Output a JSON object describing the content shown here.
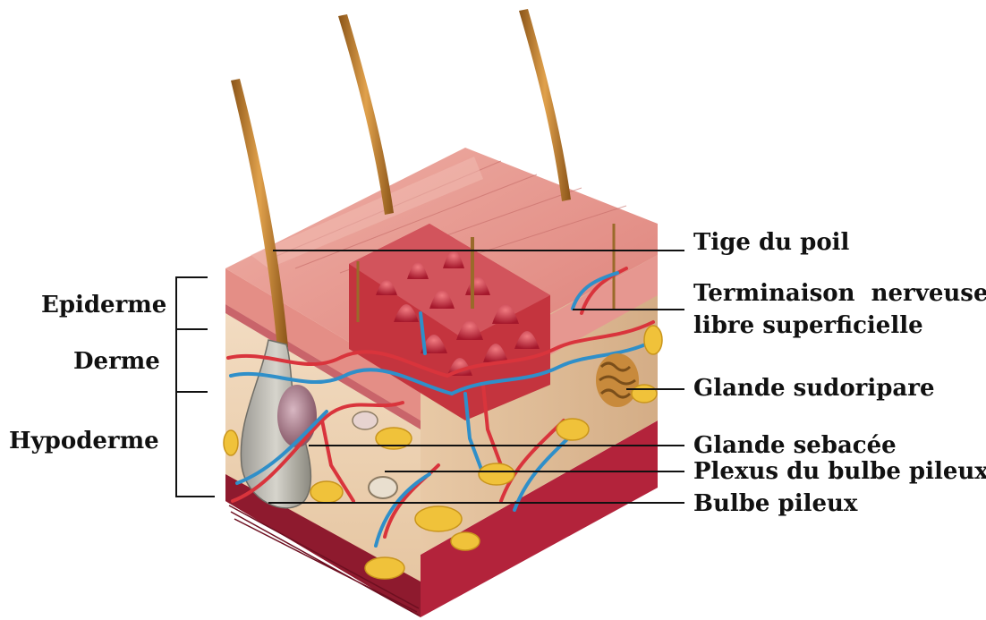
{
  "diagram": {
    "left_labels": {
      "epiderme": "Epiderme",
      "derme": "Derme",
      "hypoderme": "Hypoderme"
    },
    "right_labels": {
      "tige": "Tige du poil",
      "terminaison_line1": "Terminaison  nerveuse",
      "terminaison_line2": "libre superficielle",
      "sudoripare": "Glande sudoripare",
      "sebacee": "Glande sebacée",
      "plexus": "Plexus du bulbe pileux",
      "bulbe": "Bulbe pileux"
    },
    "colors": {
      "epidermis": "#e79a93",
      "dermis": "#f1d8bf",
      "fat": "#f0c23a",
      "artery": "#d9343c",
      "vein": "#2f8fc9",
      "hair": "#c8862f",
      "muscle_base": "#b0203a"
    }
  }
}
